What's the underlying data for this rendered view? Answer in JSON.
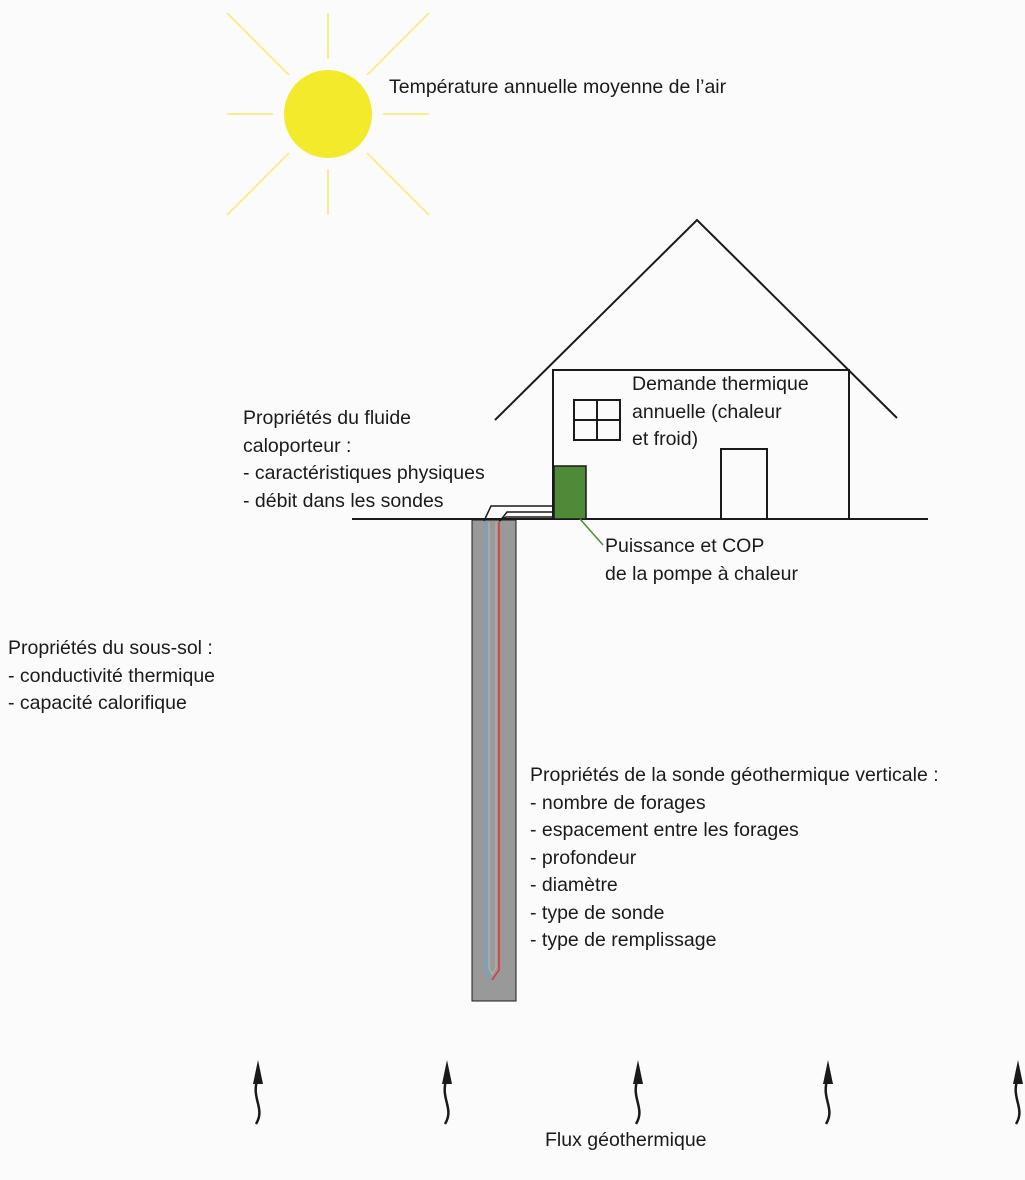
{
  "labels": {
    "air_temperature": "Température annuelle moyenne de l’air",
    "thermal_demand": [
      "Demande thermique",
      "annuelle (chaleur",
      "et froid)"
    ],
    "fluid": {
      "title": [
        "Propriétés du fluide",
        "caloporteur :"
      ],
      "items": [
        "- caractéristiques physiques",
        "- débit dans les sondes"
      ]
    },
    "heat_pump": [
      "Puissance et COP",
      "de la pompe à chaleur"
    ],
    "subsoil": {
      "title": "Propriétés du sous-sol :",
      "items": [
        "- conductivité thermique",
        "- capacité calorifique"
      ]
    },
    "probe": {
      "title": "Propriétés de la sonde géothermique verticale :",
      "items": [
        "- nombre de forages",
        "- espacement entre les forages",
        "- profondeur",
        "- diamètre",
        "- type de sonde",
        "- type de remplissage"
      ]
    },
    "geothermal_flux": "Flux géothermique"
  },
  "colors": {
    "sun": "#f3ea2c",
    "sun_rays": "#f5ed8a",
    "borehole": "#999999",
    "heat_pump": "#4e8a38",
    "pipe_cold": "#5fa8e0",
    "pipe_hot": "#e8302c",
    "line": "#1a1a1a"
  },
  "icons": {
    "sun": "sun-icon",
    "flux_arrow": "wavy-up-arrow-icon"
  }
}
